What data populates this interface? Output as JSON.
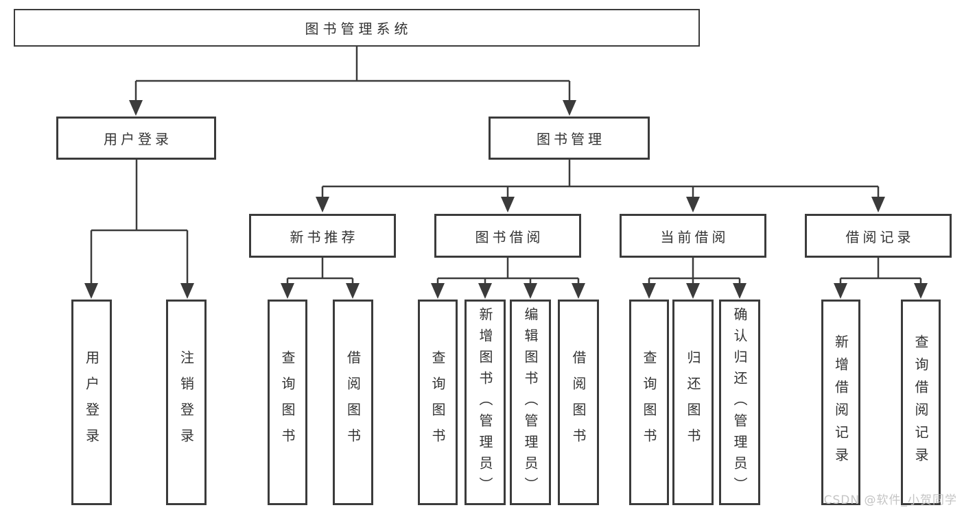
{
  "diagram": {
    "tree": {
      "root": {
        "label": "图书管理系统",
        "children": {
          "user_login": {
            "label": "用户登录",
            "children": {
              "login": {
                "label": "用户登录"
              },
              "logout": {
                "label": "注销登录"
              }
            }
          },
          "book_management": {
            "label": "图书管理",
            "children": {
              "new_book_recommendation": {
                "label": "新书推荐",
                "children": {
                  "query_books": {
                    "label": "查询图书"
                  },
                  "borrow_books": {
                    "label": "借阅图书"
                  }
                }
              },
              "book_borrowing": {
                "label": "图书借阅",
                "children": {
                  "query_books": {
                    "label": "查询图书"
                  },
                  "add_books_admin": {
                    "label": "新增图书（管理员）"
                  },
                  "edit_books_admin": {
                    "label": "编辑图书（管理员）"
                  },
                  "borrow_books": {
                    "label": "借阅图书"
                  }
                }
              },
              "current_borrowing": {
                "label": "当前借阅",
                "children": {
                  "query_books": {
                    "label": "查询图书"
                  },
                  "return_books": {
                    "label": "归还图书"
                  },
                  "confirm_return_admin": {
                    "label": "确认归还（管理员）"
                  }
                }
              },
              "borrowing_records": {
                "label": "借阅记录",
                "children": {
                  "add_borrow_record": {
                    "label": "新增借阅记录"
                  },
                  "query_borrow_record": {
                    "label": "查询借阅记录"
                  }
                }
              }
            }
          }
        }
      }
    },
    "colors": {
      "line": "#3b3b3b",
      "text": "#333333",
      "box_background": "#ffffff",
      "page_background": "#ffffff",
      "watermark_text": "#c4c4c4"
    }
  },
  "watermark": {
    "text": "CSDN @软件_小贺同学"
  }
}
